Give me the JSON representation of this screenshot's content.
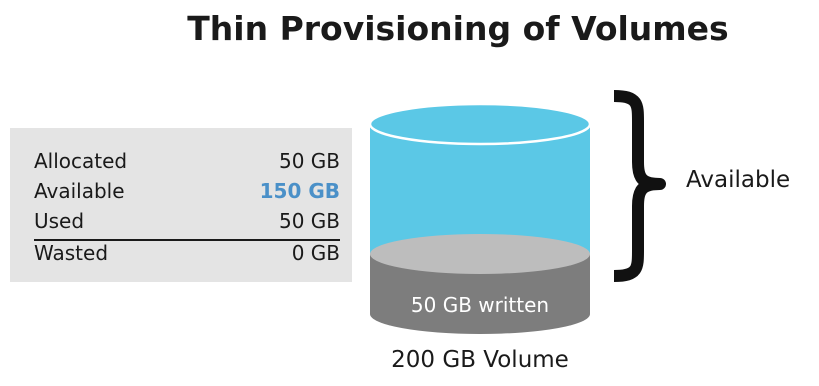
{
  "title": "Thin Provisioning of Volumes",
  "stats": [
    {
      "label": "Allocated",
      "value": "50 GB",
      "highlight": false
    },
    {
      "label": "Available",
      "value": "150 GB",
      "highlight": true
    },
    {
      "label": "Used",
      "value": "50 GB",
      "highlight": false
    },
    {
      "label": "Wasted",
      "value": "0 GB",
      "highlight": false
    }
  ],
  "volume": {
    "written_label": "50 GB written",
    "caption": "200 GB Volume",
    "bracket_label": "Available"
  },
  "colors": {
    "available_fill": "#5bc8e6",
    "written_fill": "#7d7d7d",
    "written_top": "#bdbdbd",
    "stats_background": "#e4e4e4",
    "highlight_text": "#4a90c8",
    "text": "#1a1a1a"
  }
}
